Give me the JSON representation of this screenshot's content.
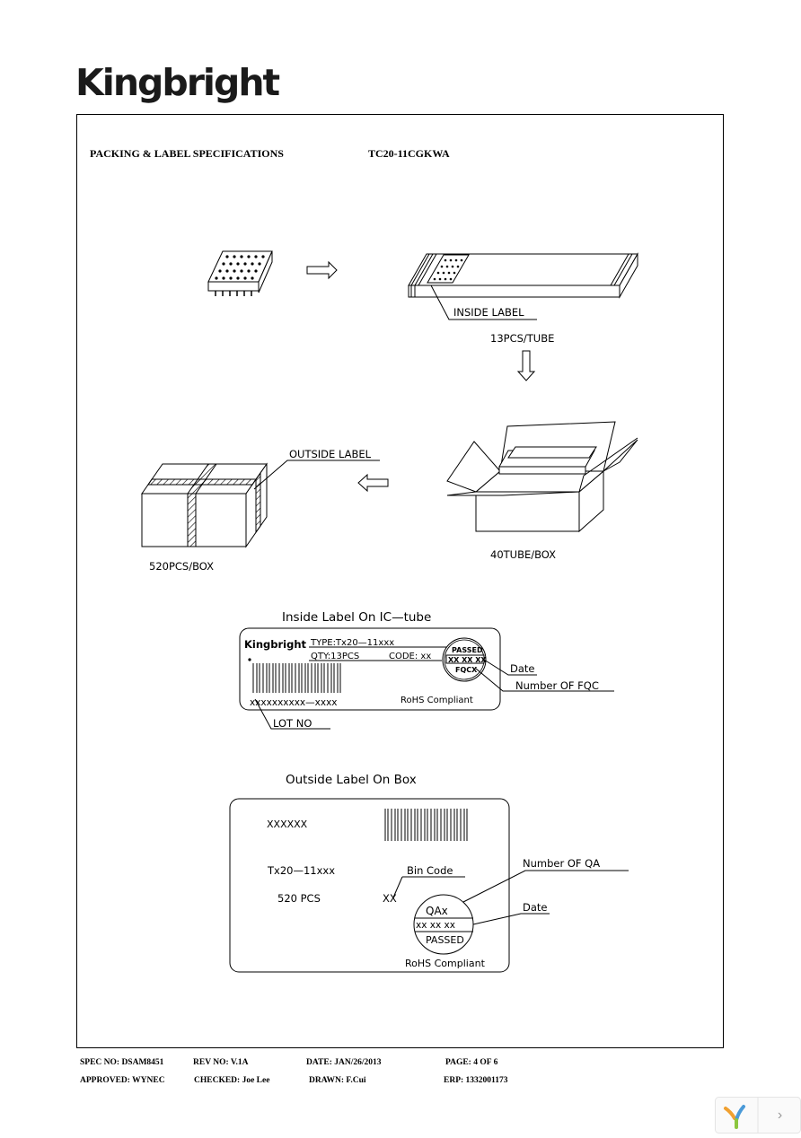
{
  "logo": "Kingbright",
  "header": {
    "title": "PACKING & LABEL SPECIFICATIONS",
    "part_no": "TC20-11CGKWA"
  },
  "diagram": {
    "inside_label": "INSIDE  LABEL",
    "pcs_per_tube": "13PCS/TUBE",
    "outside_label": "OUTSIDE  LABEL",
    "tube_per_box": "40TUBE/BOX",
    "pcs_per_box": "520PCS/BOX"
  },
  "inside_label_card": {
    "title": "Inside  Label  On  IC—tube",
    "brand": "Kingbright",
    "type": "TYPE:Tx20—11xxx",
    "qty": "QTY:13PCS",
    "code": "CODE:  xx",
    "passed": "PASSED",
    "date_code": "XX XX XX",
    "fqc": "FQCX",
    "lot_value": "xxxxxxxxxx—xxxx",
    "rohs": "RoHS  Compliant",
    "callout_date": "Date",
    "callout_fqc": "Number  OF  FQC",
    "callout_lot": "LOT  NO"
  },
  "outside_label_card": {
    "title": "Outside  Label  On  Box",
    "code": "XXXXXX",
    "type": "Tx20—11xxx",
    "bin_code": "Bin  Code",
    "qty": "520    PCS",
    "bin_value": "XX",
    "qa": "QAx",
    "date_code": "xx  xx  xx",
    "passed": "PASSED",
    "rohs": "RoHS  Compliant",
    "callout_qa": "Number  OF  QA",
    "callout_date": "Date"
  },
  "footer": {
    "spec_no": "SPEC NO: DSAM8451",
    "rev_no": "REV NO: V.1A",
    "date": "DATE: JAN/26/2013",
    "page": "PAGE:  4  OF  6",
    "approved": "APPROVED: WYNEC",
    "checked": "CHECKED: Joe Lee",
    "drawn": "DRAWN: F.Cui",
    "erp": "ERP: 1332001173"
  }
}
